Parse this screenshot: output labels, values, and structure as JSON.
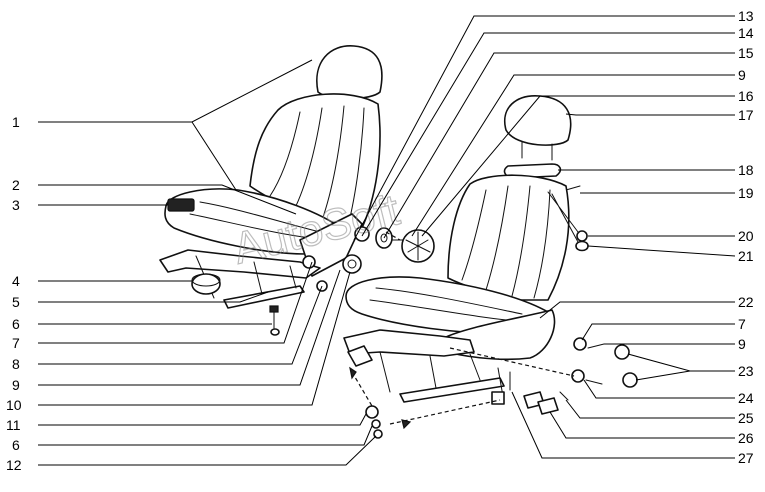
{
  "diagram": {
    "watermark": "AutoSoft",
    "callouts": [
      {
        "id": "l1",
        "label": "1"
      },
      {
        "id": "l2",
        "label": "2"
      },
      {
        "id": "l3",
        "label": "3"
      },
      {
        "id": "l4",
        "label": "4"
      },
      {
        "id": "l5",
        "label": "5"
      },
      {
        "id": "l6a",
        "label": "6"
      },
      {
        "id": "l7a",
        "label": "7"
      },
      {
        "id": "l8",
        "label": "8"
      },
      {
        "id": "l9a",
        "label": "9"
      },
      {
        "id": "l10",
        "label": "10"
      },
      {
        "id": "l11",
        "label": "11"
      },
      {
        "id": "l6b",
        "label": "6"
      },
      {
        "id": "l12",
        "label": "12"
      },
      {
        "id": "r13",
        "label": "13"
      },
      {
        "id": "r14",
        "label": "14"
      },
      {
        "id": "r15",
        "label": "15"
      },
      {
        "id": "r9a",
        "label": "9"
      },
      {
        "id": "r16",
        "label": "16"
      },
      {
        "id": "r17",
        "label": "17"
      },
      {
        "id": "r18",
        "label": "18"
      },
      {
        "id": "r19",
        "label": "19"
      },
      {
        "id": "r20",
        "label": "20"
      },
      {
        "id": "r21",
        "label": "21"
      },
      {
        "id": "r22",
        "label": "22"
      },
      {
        "id": "r7b",
        "label": "7"
      },
      {
        "id": "r9b",
        "label": "9"
      },
      {
        "id": "r23",
        "label": "23"
      },
      {
        "id": "r24",
        "label": "24"
      },
      {
        "id": "r25",
        "label": "25"
      },
      {
        "id": "r26",
        "label": "26"
      },
      {
        "id": "r27",
        "label": "27"
      }
    ]
  }
}
